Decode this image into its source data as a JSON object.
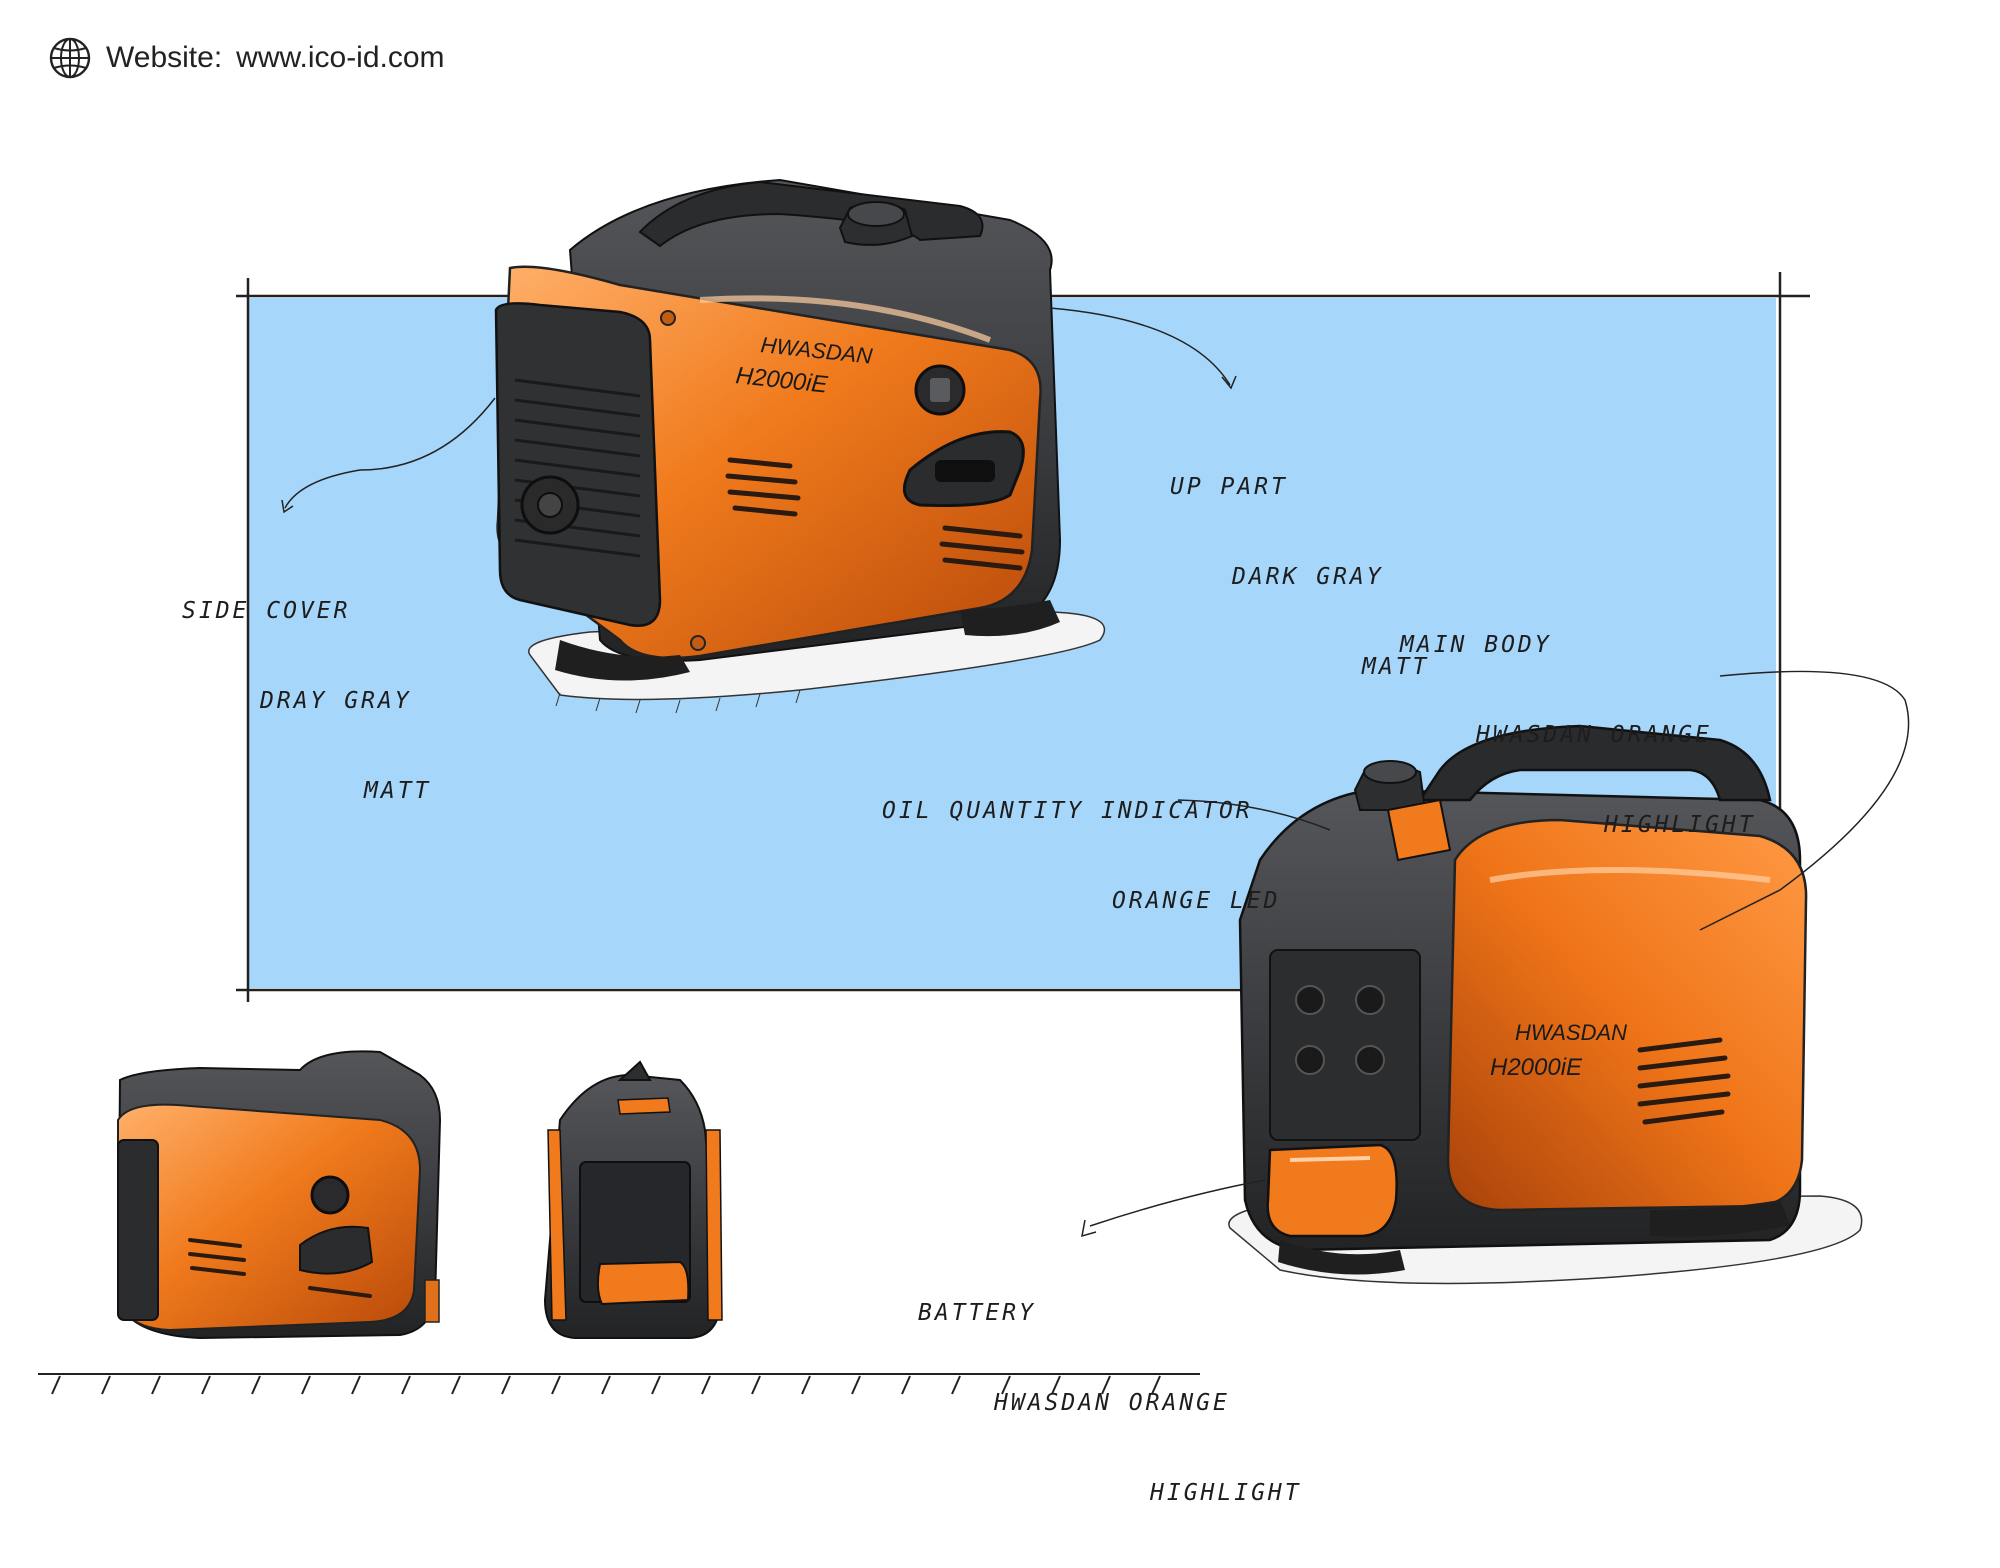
{
  "header": {
    "website_label": "Website:",
    "website_url": "www.ico-id.com",
    "icon": "globe-icon"
  },
  "branding": {
    "brand": "HWASDAN",
    "model": "H2000iE"
  },
  "colors": {
    "accent_orange": "#f07a1c",
    "dark_gray": "#3a3a3c",
    "backdrop_blue": "#a7d6fb"
  },
  "annotations": {
    "up_part": {
      "line1": "UP PART",
      "line2": "DARK GRAY",
      "line3": "MATT"
    },
    "side_cover": {
      "line1": "SIDE COVER",
      "line2": "DRAY GRAY",
      "line3": "MATT"
    },
    "main_body": {
      "line1": "MAIN BODY",
      "line2": "HWASDAN ORANGE",
      "line3": "HIGHLIGHT"
    },
    "oil_indicator": {
      "line1": "OIL QUANTITY INDICATOR",
      "line2": "ORANGE LED"
    },
    "battery": {
      "line1": "BATTERY",
      "line2": "HWASDAN ORANGE",
      "line3": "HIGHLIGHT"
    }
  }
}
